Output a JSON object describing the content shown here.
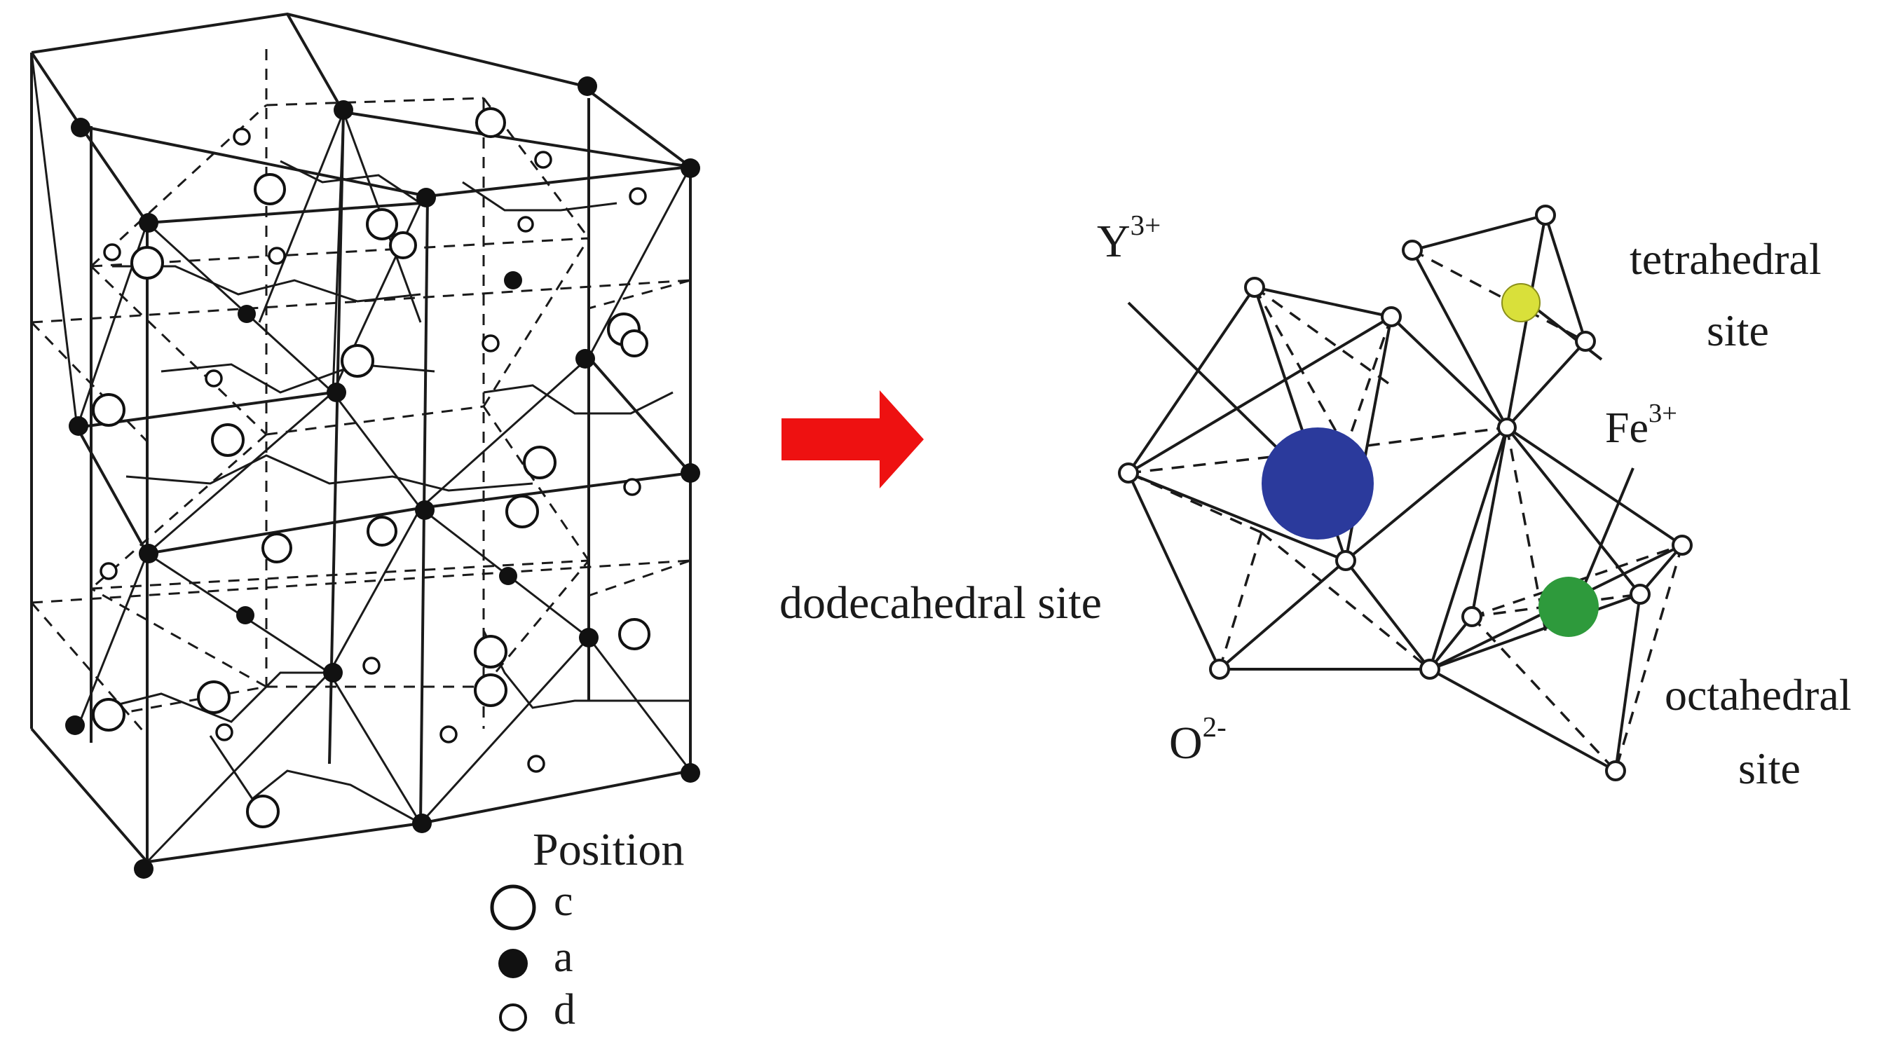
{
  "left_panel": {
    "legend_title": "Position",
    "legend_items": [
      {
        "symbol": "large-open-circle",
        "label": "c"
      },
      {
        "symbol": "filled-circle",
        "label": "a"
      },
      {
        "symbol": "small-open-circle",
        "label": "d"
      }
    ]
  },
  "arrow": {
    "color": "#ee1111"
  },
  "right_panel": {
    "ions": {
      "yttrium": {
        "base": "Y",
        "charge": "3+",
        "color": "#2b3a9c"
      },
      "iron": {
        "base": "Fe",
        "charge": "3+"
      },
      "oxygen": {
        "base": "O",
        "charge": "2-"
      }
    },
    "sites": {
      "dodecahedral": "dodecahedral site",
      "tetrahedral_line1": "tetrahedral",
      "tetrahedral_line2": "site",
      "octahedral_line1": "octahedral",
      "octahedral_line2": "site"
    },
    "colors": {
      "tetrahedral_fe": "#d9e03a",
      "octahedral_fe": "#2e9a3c"
    }
  }
}
